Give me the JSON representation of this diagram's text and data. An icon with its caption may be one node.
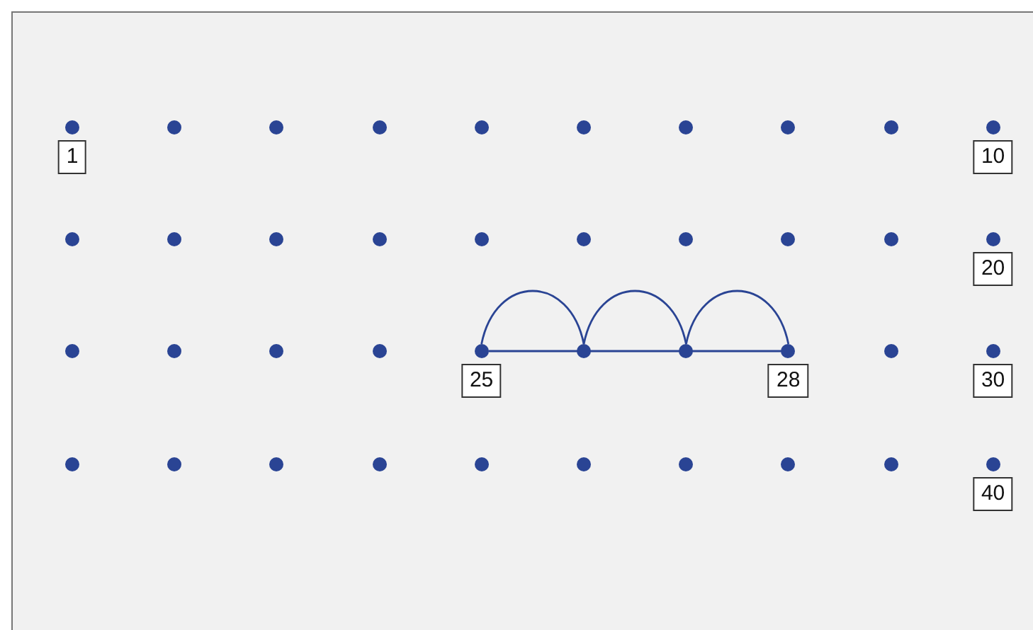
{
  "diagram": {
    "nodes": [
      {
        "text": [],
        "shape": "circle",
        "beside": [
          "1"
        ]
      },
      {
        "text": [],
        "shape": "circle"
      },
      {
        "text": [],
        "shape": "circle"
      },
      {
        "text": [],
        "shape": "circle"
      },
      {
        "text": [],
        "shape": "circle"
      },
      {
        "text": [],
        "shape": "circle"
      },
      {
        "text": [],
        "shape": "circle"
      },
      {
        "text": [],
        "shape": "circle"
      },
      {
        "text": [],
        "shape": "circle"
      },
      {
        "text": [],
        "shape": "circle",
        "beside": [
          "10"
        ]
      },
      {
        "text": [],
        "shape": "circle"
      },
      {
        "text": [],
        "shape": "circle"
      },
      {
        "text": [],
        "shape": "circle"
      },
      {
        "text": [],
        "shape": "circle"
      },
      {
        "text": [],
        "shape": "circle"
      },
      {
        "text": [],
        "shape": "circle"
      },
      {
        "text": [],
        "shape": "circle"
      },
      {
        "text": [],
        "shape": "circle"
      },
      {
        "text": [],
        "shape": "circle"
      },
      {
        "text": [],
        "shape": "circle",
        "beside": [
          "20"
        ]
      },
      {
        "text": [],
        "shape": "circle"
      },
      {
        "text": [],
        "shape": "circle"
      },
      {
        "text": [],
        "shape": "circle"
      },
      {
        "text": [],
        "shape": "circle"
      },
      {
        "text": [],
        "shape": "circle",
        "beside": [
          "25"
        ]
      },
      {
        "text": [],
        "shape": "circle"
      },
      {
        "text": [],
        "shape": "circle"
      },
      {
        "text": [],
        "shape": "circle",
        "beside": [
          "28"
        ]
      },
      {
        "text": [],
        "shape": "circle"
      },
      {
        "text": [],
        "shape": "circle",
        "beside": [
          "30"
        ]
      },
      {
        "text": [],
        "shape": "circle"
      },
      {
        "text": [],
        "shape": "circle"
      },
      {
        "text": [],
        "shape": "circle"
      },
      {
        "text": [],
        "shape": "circle"
      },
      {
        "text": [],
        "shape": "circle"
      },
      {
        "text": [],
        "shape": "circle"
      },
      {
        "text": [],
        "shape": "circle"
      },
      {
        "text": [],
        "shape": "circle"
      },
      {
        "text": [],
        "shape": "circle"
      },
      {
        "text": [],
        "shape": "circle",
        "beside": [
          "40"
        ]
      }
    ],
    "edges": [
      {
        "from": 24,
        "to": 25,
        "arrow": "none"
      },
      {
        "from": 25,
        "to": 26,
        "arrow": "none"
      },
      {
        "from": 26,
        "to": 27,
        "arrow": "none"
      },
      {
        "from": 24,
        "to": 27,
        "arrow": "none"
      }
    ]
  }
}
